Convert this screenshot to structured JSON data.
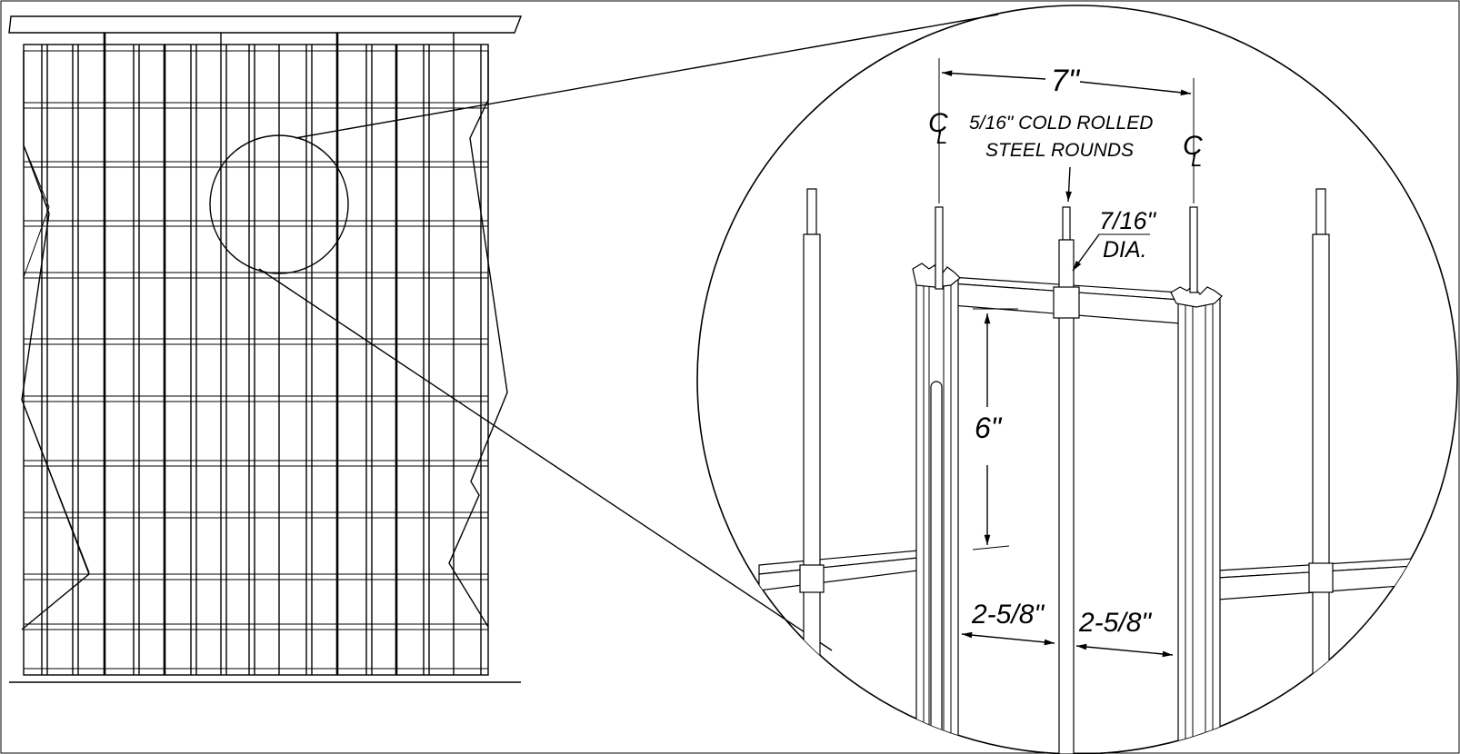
{
  "detail_callouts": {
    "center_spacing": "7\"",
    "centerline_symbol": "CL",
    "material_line1": "5/16\" COLD ROLLED",
    "material_line2": "STEEL ROUNDS",
    "diameter_value": "7/16\"",
    "diameter_label": "DIA.",
    "vertical_spacing": "6\"",
    "gap_left": "2-5/8\"",
    "gap_right": "2-5/8\""
  },
  "colors": {
    "line": "#000000",
    "background": "#ffffff"
  }
}
